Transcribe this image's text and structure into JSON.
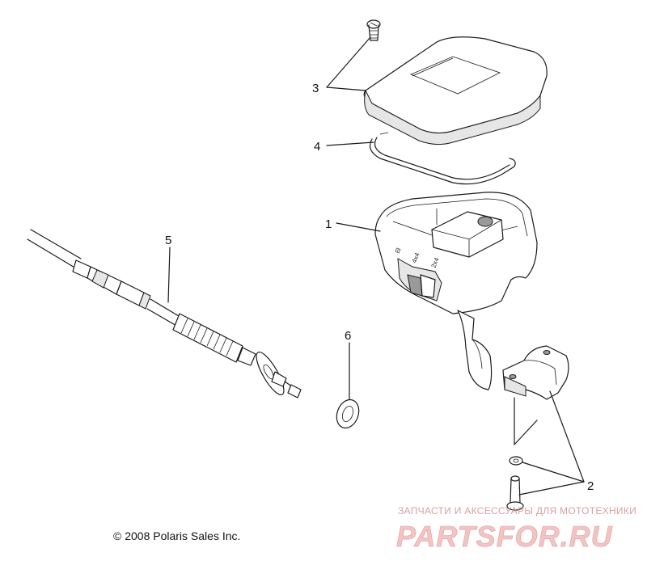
{
  "callouts": [
    {
      "id": "callout-1",
      "label": "1"
    },
    {
      "id": "callout-2",
      "label": "2"
    },
    {
      "id": "callout-3",
      "label": "3"
    },
    {
      "id": "callout-4",
      "label": "4"
    },
    {
      "id": "callout-5",
      "label": "5"
    },
    {
      "id": "callout-6",
      "label": "6"
    }
  ],
  "housing_markings": {
    "mode_a": "4x4",
    "mode_b": "2x4"
  },
  "copyright": "© 2008 Polaris Sales Inc.",
  "watermark": {
    "tagline": "ЗАПЧАСТИ И АКСЕССУАРЫ ДЛЯ МОТОТЕХНИКИ",
    "logo_text": "PARTSFOR.RU"
  }
}
